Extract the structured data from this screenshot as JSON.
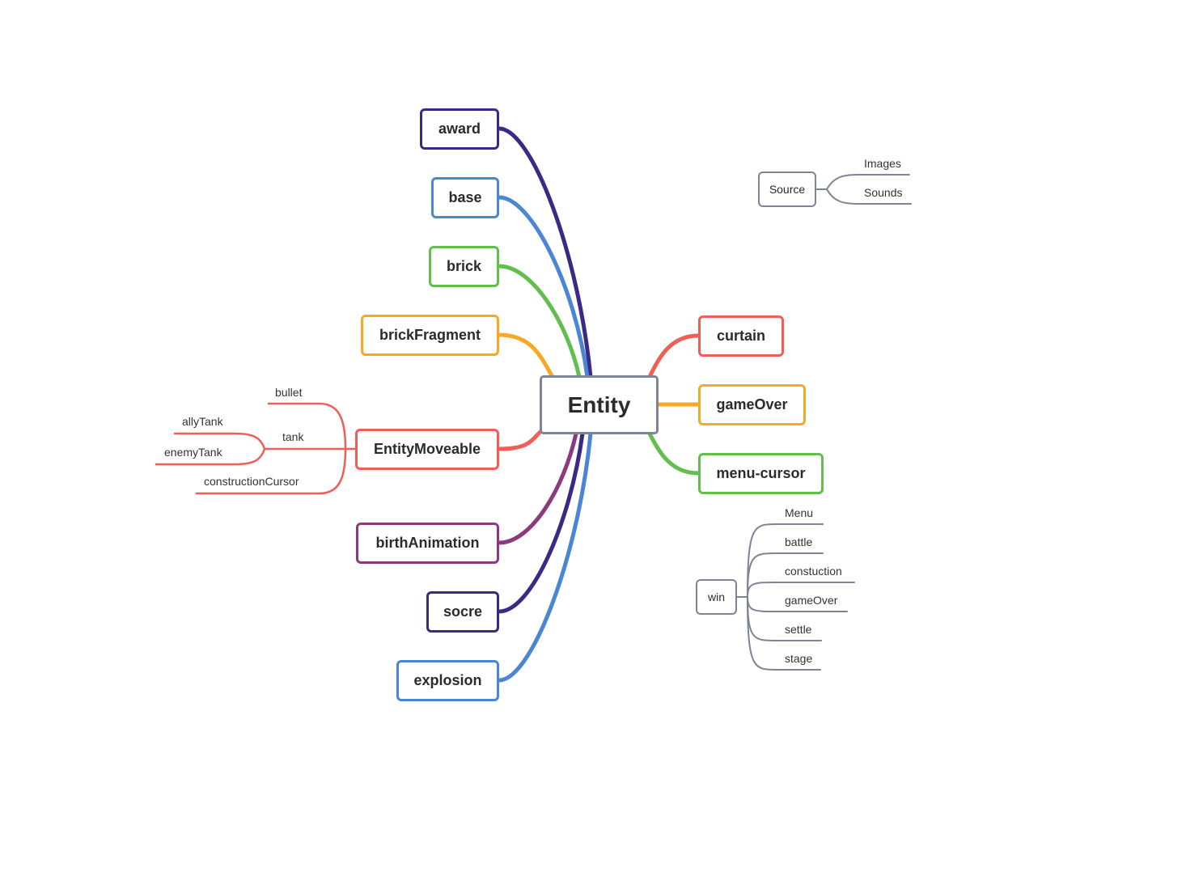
{
  "root": {
    "label": "Entity"
  },
  "colors": {
    "navy": "#3a2a86",
    "blue": "#4a86d4",
    "green": "#62bf4e",
    "orange": "#f7a824",
    "red": "#ee5f58",
    "purple": "#8b3a7d",
    "gray": "#7d8594"
  },
  "left_branches": [
    {
      "label": "award",
      "color": "navy"
    },
    {
      "label": "base",
      "color": "blue"
    },
    {
      "label": "brick",
      "color": "green"
    },
    {
      "label": "brickFragment",
      "color": "orange"
    },
    {
      "label": "EntityMoveable",
      "color": "red"
    },
    {
      "label": "birthAnimation",
      "color": "purple"
    },
    {
      "label": "socre",
      "color": "navy"
    },
    {
      "label": "explosion",
      "color": "blue"
    }
  ],
  "right_branches": [
    {
      "label": "curtain",
      "color": "red"
    },
    {
      "label": "gameOver",
      "color": "orange"
    },
    {
      "label": "menu-cursor",
      "color": "green"
    }
  ],
  "entity_moveable_children": {
    "bullet": "bullet",
    "tank": "tank",
    "tank_children": [
      "allyTank",
      "enemyTank"
    ],
    "constructionCursor": "constructionCursor"
  },
  "source": {
    "label": "Source",
    "children": [
      "Images",
      "Sounds"
    ]
  },
  "win": {
    "label": "win",
    "children": [
      "Menu",
      "battle",
      "constuction",
      "gameOver",
      "settle",
      "stage"
    ]
  }
}
